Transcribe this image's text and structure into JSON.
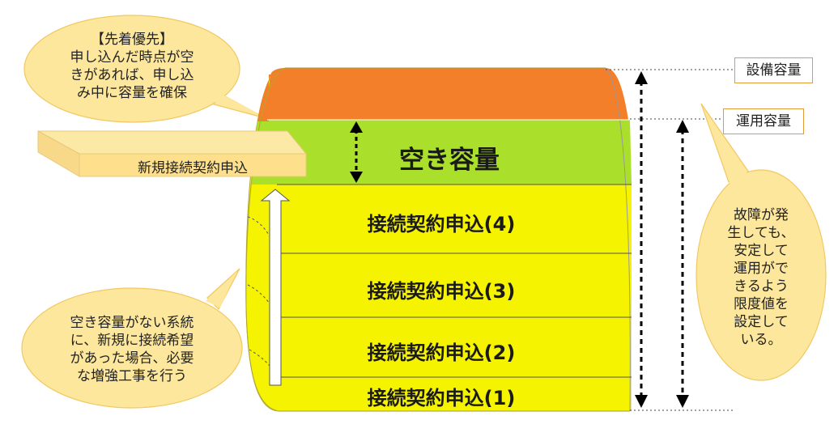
{
  "layers": {
    "equipment_band": "",
    "free_capacity": "空き容量",
    "app4": "接続契約申込(4)",
    "app3": "接続契約申込(3)",
    "app2": "接続契約申込(2)",
    "app1": "接続契約申込(1)"
  },
  "new_application": "新規接続契約申込",
  "labels": {
    "equipment_capacity": "設備容量",
    "operating_capacity": "運用容量"
  },
  "bubbles": {
    "first_come": [
      "【先着優先】",
      "申し込んだ時点が空",
      "きがあれば、申し込",
      "み中に容量を確保"
    ],
    "no_capacity": [
      "空き容量がない系統",
      "に、新規に接続希望",
      "があった場合、必要",
      "な増強工事を行う"
    ],
    "margin": [
      "故障が発",
      "生しても、",
      "安定して",
      "運用がで",
      "きるよう",
      "限度値を",
      "設定して",
      "いる。"
    ]
  },
  "colors": {
    "equipment_band": "#f47f2a",
    "free_capacity": "#aadf2b",
    "applications": "#f5f300",
    "bubble": "#fde79c",
    "bubble_border": "#f2c860",
    "slab_top": "#fde9a6",
    "slab_front": "#fddf8c",
    "label_border": "#e39a3b"
  }
}
